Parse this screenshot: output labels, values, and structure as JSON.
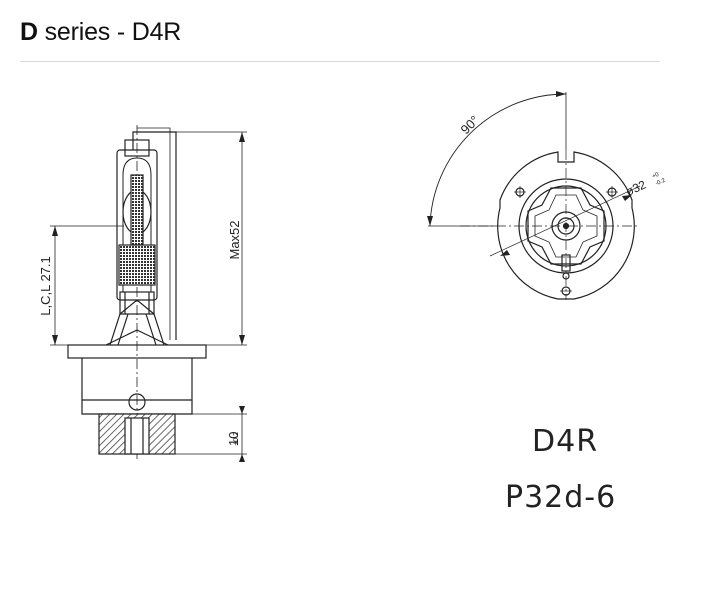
{
  "header": {
    "title_bold": "D",
    "title_rest": " series - D4R"
  },
  "side_view": {
    "dim_max": "Max52",
    "dim_lcl": "L,C,L 27.1",
    "dim_base_main": "10",
    "dim_base_tol": "±0.2"
  },
  "top_view": {
    "angle": "90°",
    "diameter_main": "ø32",
    "diameter_tol_top": "+0",
    "diameter_tol_bottom": "-0.2"
  },
  "labels": {
    "model": "D4R",
    "base_type": "P32d-6"
  }
}
